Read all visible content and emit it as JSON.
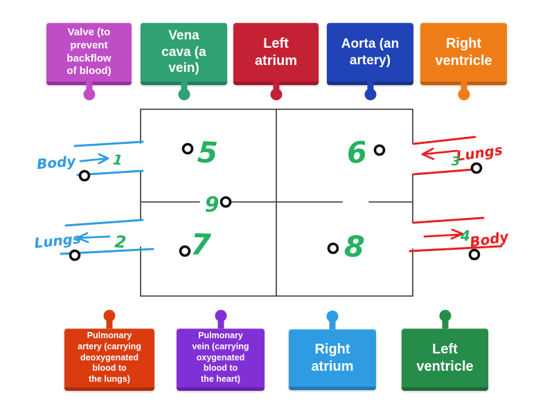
{
  "labels": {
    "top": [
      {
        "id": "valve",
        "text": "Valve (to\nprevent\nbackflow\nof blood)",
        "color": "#bf4ec6"
      },
      {
        "id": "vena-cava",
        "text": "Vena\ncava (a\nvein)",
        "color": "#2fa172"
      },
      {
        "id": "left-atrium",
        "text": "Left\natrium",
        "color": "#c52134"
      },
      {
        "id": "aorta",
        "text": "Aorta (an\nartery)",
        "color": "#2143b8"
      },
      {
        "id": "right-ventricle",
        "text": "Right\nventricle",
        "color": "#ef7d17"
      }
    ],
    "bottom": [
      {
        "id": "pulmonary-artery",
        "text": "Pulmonary\nartery (carrying\ndeoxygenated\nblood to\nthe lungs)",
        "color": "#da3c10"
      },
      {
        "id": "pulmonary-vein",
        "text": "Pulmonary\nvein (carrying\noxygenated\nblood to\nthe heart)",
        "color": "#8130d6"
      },
      {
        "id": "right-atrium",
        "text": "Right\natrium",
        "color": "#2f9ce2"
      },
      {
        "id": "left-ventricle",
        "text": "Left\nventricle",
        "color": "#268c4a"
      }
    ]
  },
  "diagram": {
    "numbers": {
      "n1": "1",
      "n2": "2",
      "n3": "3",
      "n4": "4",
      "n5": "5",
      "n6": "6",
      "n7": "7",
      "n8": "8",
      "n9": "9"
    },
    "annotations": {
      "left_top": "Body",
      "left_bottom": "Lungs",
      "right_top": "Lungs",
      "right_bottom": "Body"
    },
    "ink": {
      "blue": "#2d9de2",
      "red": "#ea1f1f",
      "green": "#26b161",
      "outline": "#474747",
      "dot_ring": "#0a0a0a"
    }
  }
}
